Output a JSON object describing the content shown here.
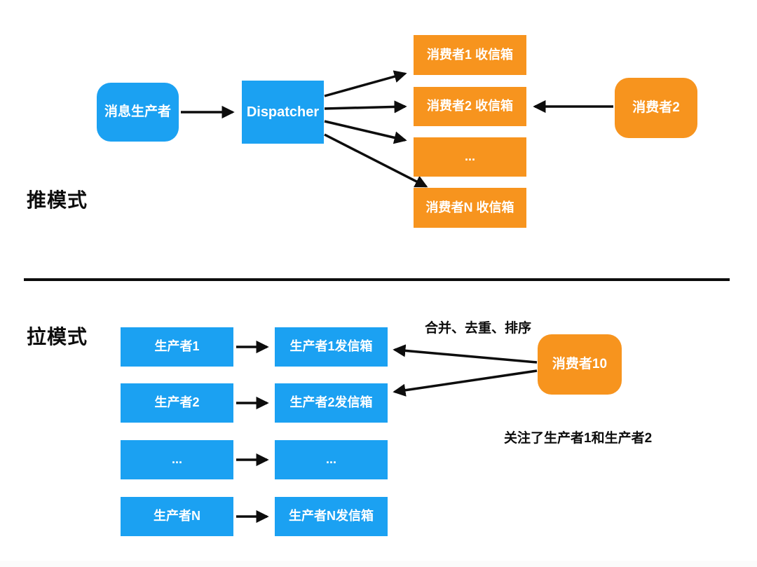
{
  "colors": {
    "box_blue": "#1ba1f2",
    "box_orange": "#f7941e",
    "arrow_black": "#0d0d0d",
    "box_text": "#ffffff"
  },
  "push_section": {
    "label": "推模式",
    "producer": "消息生产者",
    "dispatcher": "Dispatcher",
    "inboxes": [
      "消费者1 收信箱",
      "消费者2 收信箱",
      "...",
      "消费者N 收信箱"
    ],
    "consumer": "消费者2"
  },
  "pull_section": {
    "label": "拉模式",
    "producers": [
      "生产者1",
      "生产者2",
      "...",
      "生产者N"
    ],
    "outboxes": [
      "生产者1发信箱",
      "生产者2发信箱",
      "...",
      "生产者N发信箱"
    ],
    "consumer": "消费者10",
    "note_top": "合并、去重、排序",
    "note_bottom": "关注了生产者1和生产者2"
  }
}
